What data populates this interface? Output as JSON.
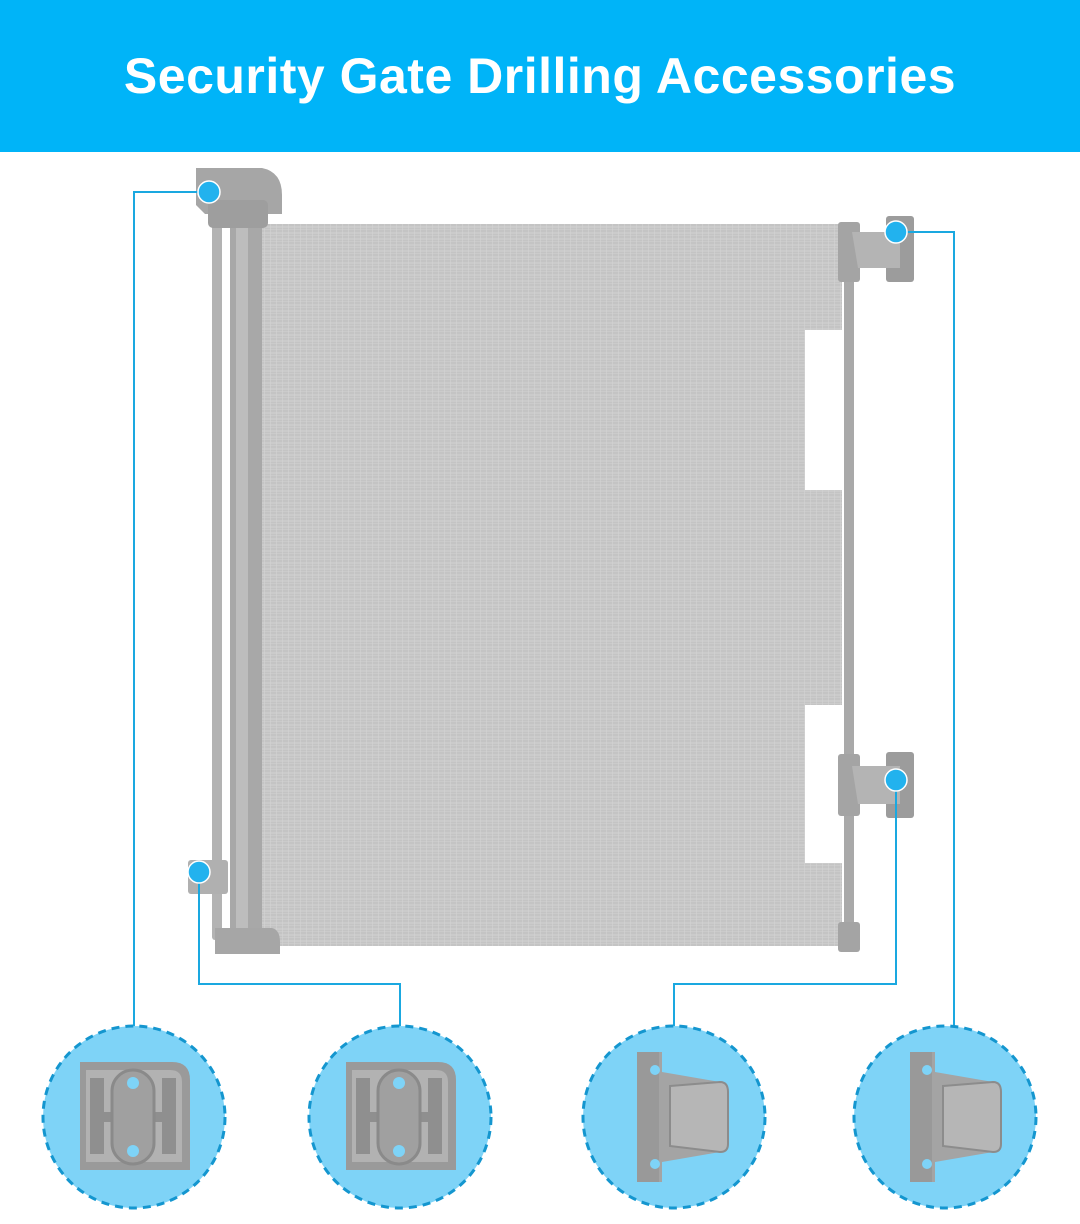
{
  "header": {
    "title": "Security Gate Drilling Accessories",
    "background_color": "#00B4F8",
    "text_color": "#FFFFFF"
  },
  "colors": {
    "callout": "#1AA8E0",
    "callout_dot": "#22B2EE",
    "detail_circle_fill": "#7ED3F7",
    "detail_circle_stroke": "#1496CF",
    "gate_mesh": "#C9C9C9",
    "gate_frame": "#A8A8A8"
  },
  "accessories": [
    {
      "name": "wall-base-plate",
      "icon": "base-plate-icon"
    },
    {
      "name": "wall-base-plate",
      "icon": "base-plate-icon"
    },
    {
      "name": "wall-hook-bracket",
      "icon": "hook-bracket-icon"
    },
    {
      "name": "wall-hook-bracket",
      "icon": "hook-bracket-icon"
    }
  ]
}
